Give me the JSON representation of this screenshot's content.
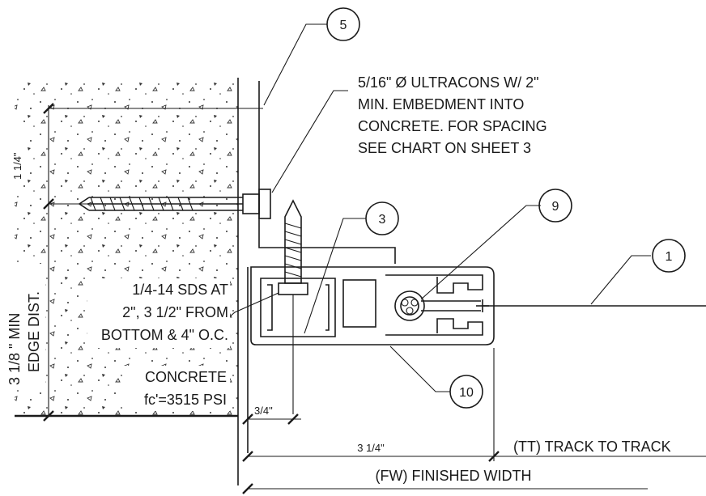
{
  "notes": {
    "anchor": [
      "5/16\" Ø ULTRACONS W/ 2\"",
      "MIN. EMBEDMENT INTO",
      "CONCRETE. FOR SPACING",
      "SEE CHART ON SHEET 3"
    ],
    "screw": [
      "1/4-14 SDS AT",
      "2\", 3 1/2\"  FROM",
      "BOTTOM & 4\" O.C."
    ],
    "concrete": [
      "CONCRETE",
      "fc'=3515 PSI"
    ]
  },
  "dimensions": {
    "vertical_top": "1 1/4\"",
    "vertical_edge": [
      "3 1/8 \" MIN",
      "EDGE DIST."
    ],
    "offset": "3/4\"",
    "track_width": "3 1/4\"",
    "tt_label": "(TT) TRACK TO TRACK",
    "fw_label": "(FW) FINISHED WIDTH"
  },
  "callouts": [
    {
      "id": "tag-1",
      "label": "1"
    },
    {
      "id": "tag-3",
      "label": "3"
    },
    {
      "id": "tag-5",
      "label": "5"
    },
    {
      "id": "tag-9",
      "label": "9"
    },
    {
      "id": "tag-10",
      "label": "10"
    }
  ]
}
